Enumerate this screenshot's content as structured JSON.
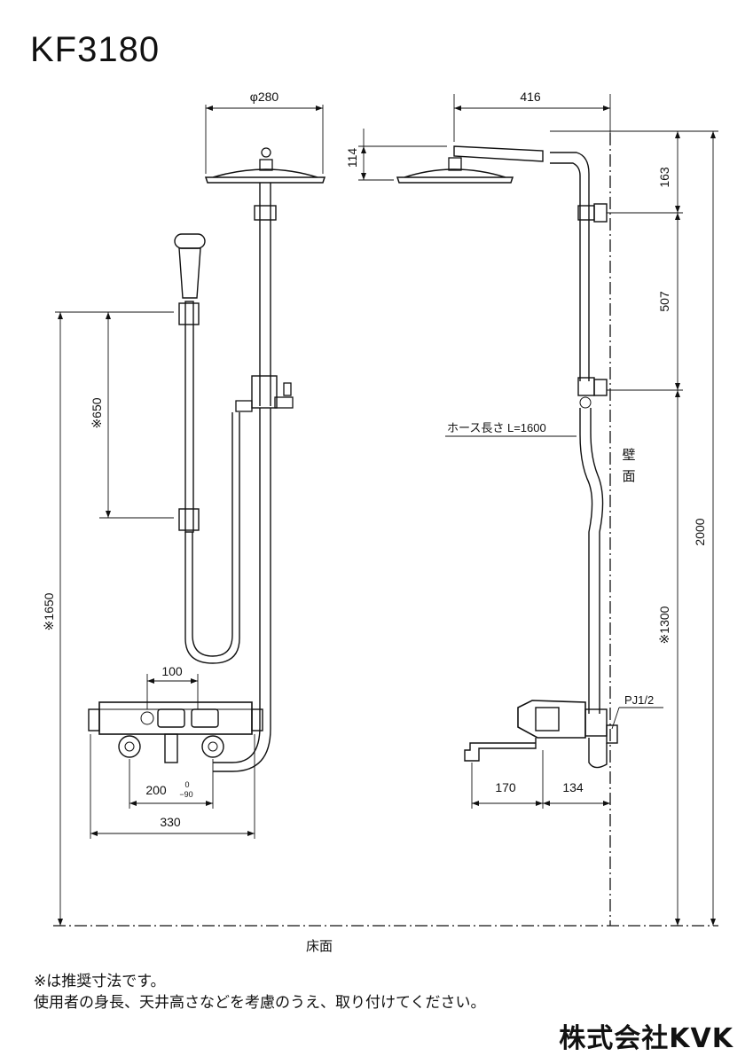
{
  "title": "KF3180",
  "dimensions": {
    "head_diameter": "φ280",
    "head_offset": "114",
    "arm_length": "416",
    "d163": "163",
    "d507": "507",
    "d2000": "2000",
    "d1300": "※1300",
    "d1650": "※1650",
    "d650": "※650",
    "d100": "100",
    "d200": "200",
    "tol_upper": "0",
    "tol_lower": "−90",
    "d330": "330",
    "d170": "170",
    "d134": "134"
  },
  "labels": {
    "hose": "ホース長さ L=1600",
    "wall_1": "壁",
    "wall_2": "面",
    "thread": "PJ1/2",
    "floor": "床面"
  },
  "notes": {
    "line1": "※は推奨寸法です。",
    "line2": "使用者の身長、天井高さなどを考慮のうえ、取り付けてください。"
  },
  "brand": "株式会社KVK"
}
